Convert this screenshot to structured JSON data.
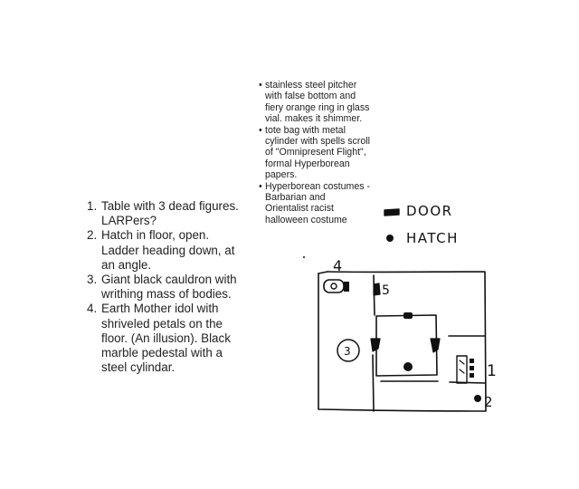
{
  "legend": {
    "items": [
      {
        "number": "1.",
        "text": "Table with 3 dead figures. LARPers?"
      },
      {
        "number": "2.",
        "text": "Hatch in floor, open. Ladder heading down, at an angle."
      },
      {
        "number": "3.",
        "text": "Giant black cauldron with writhing mass of bodies."
      },
      {
        "number": "4.",
        "text": "Earth Mother idol with shriveled petals on the floor. (An illusion). Black marble pedestal with a steel cylindar."
      }
    ]
  },
  "notes": {
    "items": [
      {
        "text": "stainless steel pitcher with false bottom and fiery orange ring in glass vial. makes it shimmer."
      },
      {
        "text": "tote bag with metal cylinder with spells scroll of \"Omnipresent Flight\", formal Hyperborean papers."
      },
      {
        "text": "Hyperborean costumes - Barbarian and Orientalist racist halloween costume"
      }
    ]
  },
  "key": {
    "door_label": "DOOR",
    "hatch_label": "HATCH"
  },
  "map": {
    "labels": {
      "room_4": "4",
      "room_5": "5",
      "room_3": "3",
      "room_1": "1",
      "room_2": "2"
    }
  },
  "colors": {
    "ink": "#111111",
    "text": "#222222"
  }
}
